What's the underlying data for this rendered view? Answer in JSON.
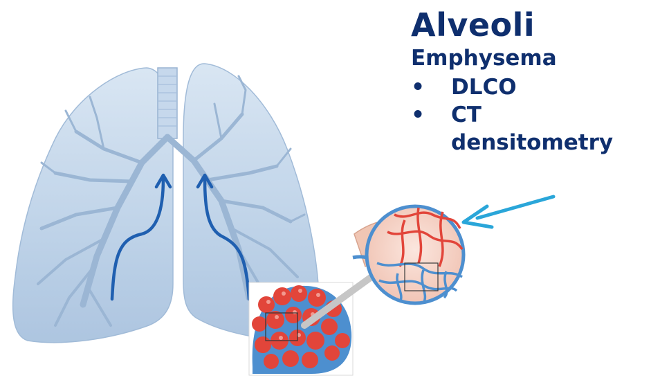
{
  "title": "Alveoli",
  "subtitle": "Emphysema",
  "bullet_marker": "•",
  "bullets": [
    {
      "label": "DLCO"
    },
    {
      "label": "CT densitometry"
    }
  ],
  "colors": {
    "text": "#0f2f6e",
    "lung_fill": "#bfd4ea",
    "airway": "#9fb9d6",
    "arrow_dark": "#1f5fb0",
    "arrow_light": "#2aa6d9",
    "capillary_red": "#e2453a",
    "capillary_blue": "#4d8fcf"
  }
}
